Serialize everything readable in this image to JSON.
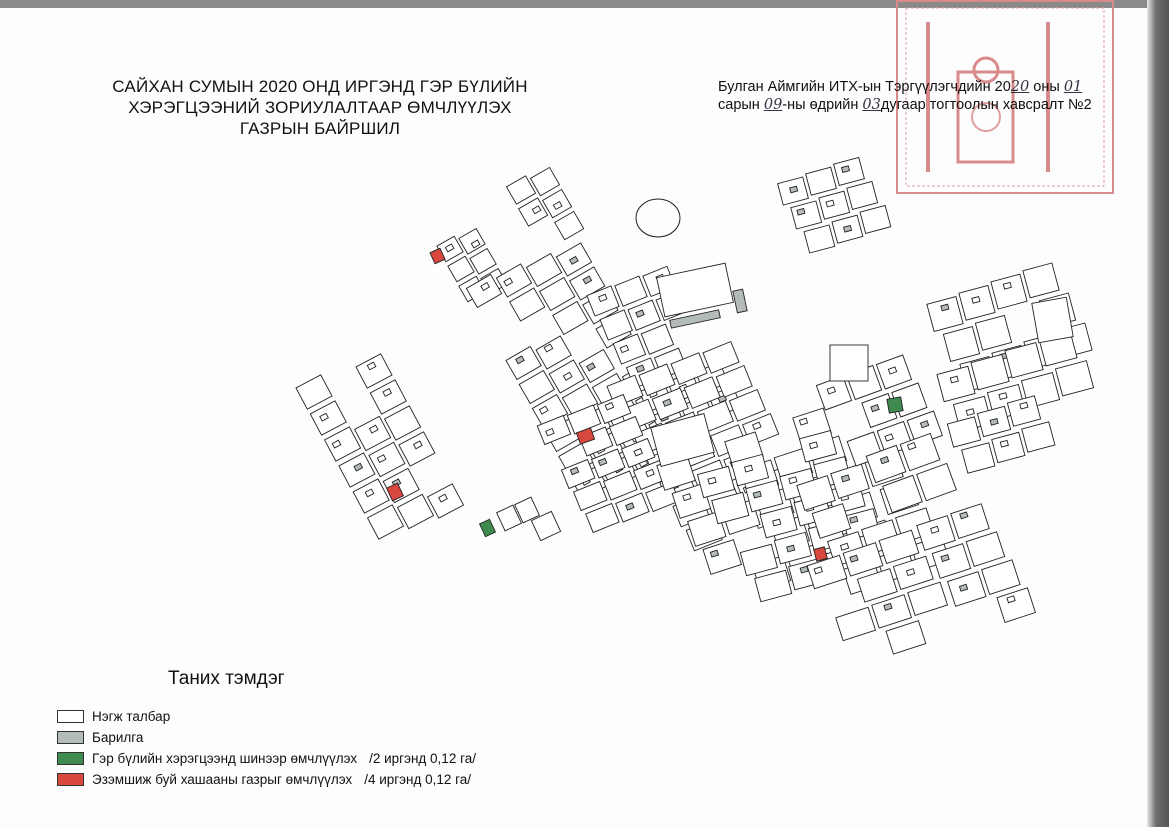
{
  "title": {
    "line1": "САЙХАН СУМЫН 2020 ОНД ИРГЭНД ГЭР БҮЛИЙН",
    "line2": "ХЭРЭГЦЭЭНИЙ  ЗОРИУЛАЛТААР ӨМЧЛҮҮЛЭХ",
    "line3": "ГАЗРЫН БАЙРШИЛ"
  },
  "annex": {
    "part1": "Булган Аймгийн ИТХ-ын Тэргүүлэгчдийн 20",
    "year_hw": "20",
    "part2": " оны ",
    "month_hw": "01",
    "part3": "сарын ",
    "day_hw": "09",
    "part4": "-ны өдрийн ",
    "num_hw": "03",
    "part5": "дугаар тогтоолын хавсралт №2"
  },
  "legend": {
    "title": "Таних тэмдэг",
    "items": [
      {
        "label": "Нэгж талбар",
        "note": "",
        "color": "#ffffff"
      },
      {
        "label": "Барилга",
        "note": "",
        "color": "#b4bcb8"
      },
      {
        "label": "Гэр бүлийн хэрэгцээнд шинээр өмчлүүлэх",
        "note": "/2 иргэнд 0,12 га/",
        "color": "#3f8a4e"
      },
      {
        "label": "Эзэмшиж буй хашааны газрыг өмчлүүлэх",
        "note": "/4 иргэнд 0,12 га/",
        "color": "#d9483f"
      }
    ]
  },
  "colors": {
    "parcel": "#ffffff",
    "building": "#b4bcb8",
    "green": "#3f8a4e",
    "red": "#d9483f",
    "stamp": "#d98a8a"
  }
}
